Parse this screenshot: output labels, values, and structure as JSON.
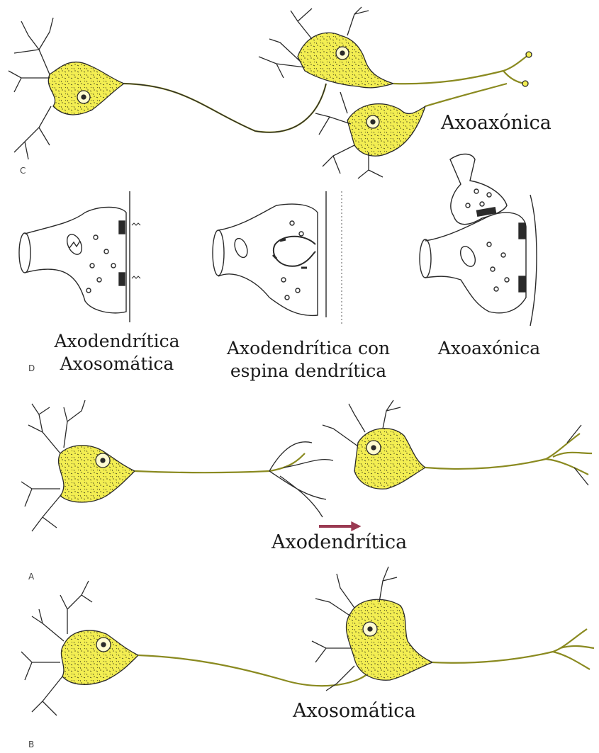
{
  "colors": {
    "cell_fill": "#f3ee52",
    "outline": "#2a2a2a",
    "arrow": "#9a3a52",
    "background": "#ffffff"
  },
  "panels": {
    "C": {
      "letter": "C",
      "label": "Axoaxónica"
    },
    "D": {
      "letter": "D",
      "synapse_1": {
        "line1": "Axodendrítica",
        "line2": "Axosomática"
      },
      "synapse_2": {
        "line1": "Axodendrítica con",
        "line2": "espina dendrítica"
      },
      "synapse_3": {
        "line1": "Axoaxónica"
      }
    },
    "A": {
      "letter": "A",
      "label": "Axodendrítica"
    },
    "B": {
      "letter": "B",
      "label": "Axosomática"
    }
  }
}
